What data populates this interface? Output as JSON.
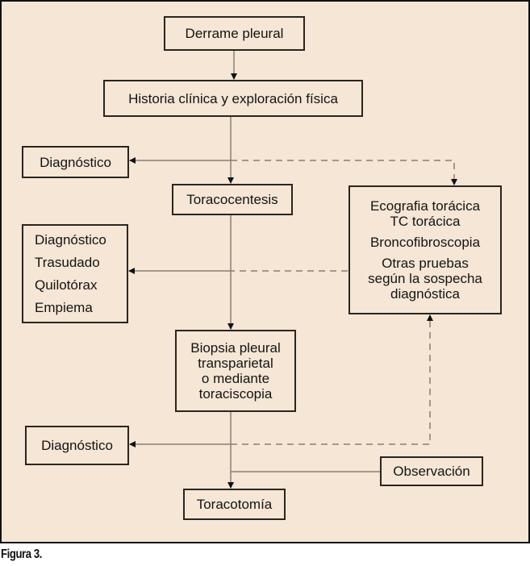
{
  "diagram": {
    "nodes": {
      "derrame": "Derrame pleural",
      "historia": "Historia clínica y exploración física",
      "diagnostico_1": "Diagnóstico",
      "toracocentesis": "Toracocentesis",
      "pruebas": [
        "Ecografia torácica",
        "TC torácica",
        "Broncofibroscopia",
        "Otras pruebas",
        "según la sospecha",
        "diagnóstica"
      ],
      "diagnostico_2": [
        "Diagnóstico",
        "Trasudado",
        "Quilotórax",
        "Empiema"
      ],
      "biopsia": [
        "Biopsia pleural",
        "transparietal",
        "o mediante",
        "toraciscopia"
      ],
      "diagnostico_3": "Diagnóstico",
      "observacion": "Observación",
      "toracotomia": "Toracotomía"
    },
    "edges": [
      {
        "from": "derrame",
        "to": "historia",
        "style": "solid"
      },
      {
        "from": "historia",
        "to": "toracocentesis",
        "style": "solid"
      },
      {
        "from": "historia",
        "to": "diagnostico_1",
        "style": "solid"
      },
      {
        "from": "historia",
        "to": "pruebas",
        "style": "dashed"
      },
      {
        "from": "toracocentesis",
        "to": "diagnostico_2",
        "style": "solid"
      },
      {
        "from": "pruebas",
        "to": "diagnostico_2",
        "style": "dashed"
      },
      {
        "from": "toracocentesis",
        "to": "biopsia",
        "style": "solid"
      },
      {
        "from": "biopsia",
        "to": "diagnostico_3",
        "style": "solid"
      },
      {
        "from": "biopsia",
        "to": "pruebas",
        "style": "dashed"
      },
      {
        "from": "biopsia",
        "to": "toracotomia",
        "style": "solid"
      },
      {
        "from": "observacion",
        "to": "toracotomia",
        "style": "solid"
      }
    ],
    "colors": {
      "background": "#f5e6d5",
      "line": "#8a7f75",
      "border": "#2a2520"
    }
  },
  "caption": "Figura 3."
}
